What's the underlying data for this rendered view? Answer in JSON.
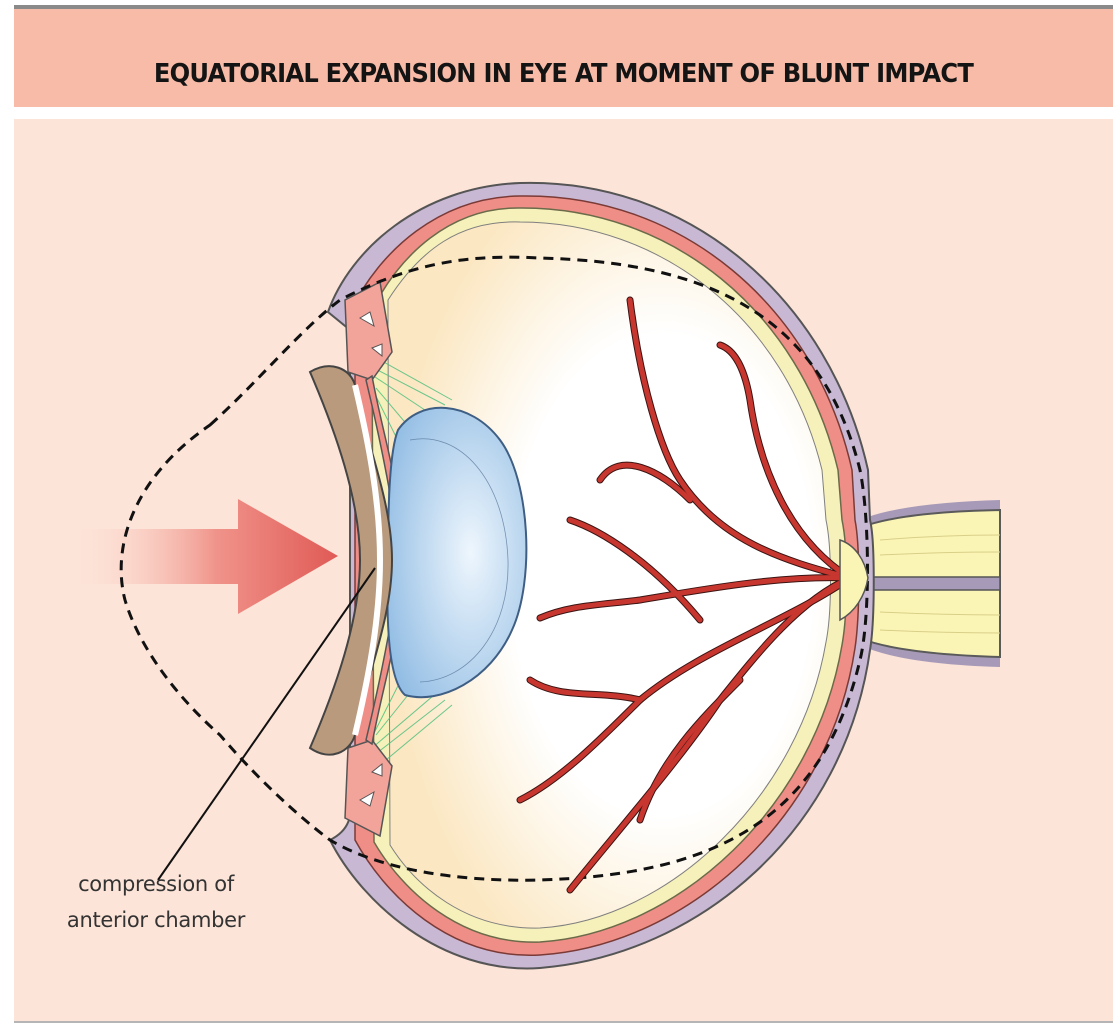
{
  "figure": {
    "title": "EQUATORIAL EXPANSION IN EYE AT MOMENT OF BLUNT IMPACT",
    "annotation": {
      "line1": "compression of",
      "line2": "anterior chamber"
    }
  },
  "colors": {
    "header_bg": "#f7bba7",
    "panel_bg": "#fde4d8",
    "sclera": "#c8b8d4",
    "choroid": "#ef8e86",
    "retina": "#f6f0ba",
    "vitreous": "#fffdf6",
    "lens": "#a7cbe8",
    "cornea": "#b99a7d",
    "vessels": "#c7362f",
    "zonules": "#4fbf7f",
    "impact_arrow": "#e05a56",
    "optic_nerve": "#fbf5b5"
  }
}
